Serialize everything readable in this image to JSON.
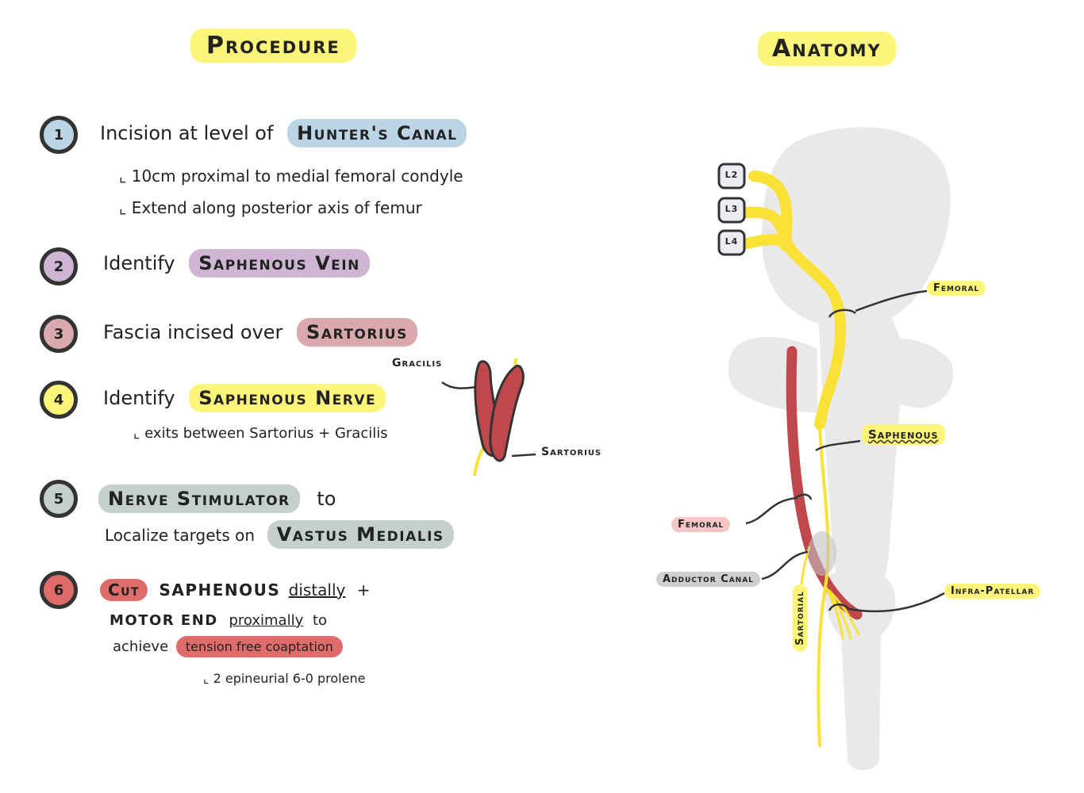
{
  "headings": {
    "procedure": "Procedure",
    "anatomy": "Anatomy"
  },
  "colors": {
    "yellow": "#fdf57a",
    "blue": "#bcd5e4",
    "purple": "#cdb5d3",
    "rose": "#d9a9ad",
    "grey": "#c5cfcb",
    "red": "#e06b6b",
    "nerve": "#f9e235",
    "vessel": "#c0484c",
    "bone": "#e9e9e9"
  },
  "steps": [
    {
      "num": "1",
      "pre": "Incision at level of",
      "hl": "Hunter's Canal",
      "subs": [
        "10cm proximal to medial femoral condyle",
        "Extend along posterior axis of femur"
      ]
    },
    {
      "num": "2",
      "pre": "Identify",
      "hl": "Saphenous Vein"
    },
    {
      "num": "3",
      "pre": "Fascia incised over",
      "hl": "Sartorius"
    },
    {
      "num": "4",
      "pre": "Identify",
      "hl": "Saphenous Nerve",
      "subs": [
        "exits between Sartorius + Gracilis"
      ]
    },
    {
      "num": "5",
      "hl": "Nerve Stimulator",
      "post": "to",
      "line2_pre": "Localize targets on",
      "line2_hl": "Vastus Medialis"
    },
    {
      "num": "6",
      "hl": "Cut",
      "post_a": "SAPHENOUS",
      "post_b": "distally",
      "post_c": "+",
      "line2_a": "MOTOR END",
      "line2_b": "proximally",
      "line2_c": "to",
      "line3_pre": "achieve",
      "line3_hl": "tension free coaptation",
      "sub": "2 epineurial 6-0 prolene"
    }
  ],
  "muscle_labels": {
    "gracilis": "Gracilis",
    "sartorius": "Sartorius"
  },
  "roots": [
    "L2",
    "L3",
    "L4"
  ],
  "anatomy_labels": {
    "femoral_nerve": "Femoral",
    "saphenous": "Saphenous",
    "femoral_artery": "Femoral",
    "adductor_canal": "Adductor Canal",
    "infra_patellar": "Infra-Patellar",
    "sartorial": "Sartorial"
  }
}
